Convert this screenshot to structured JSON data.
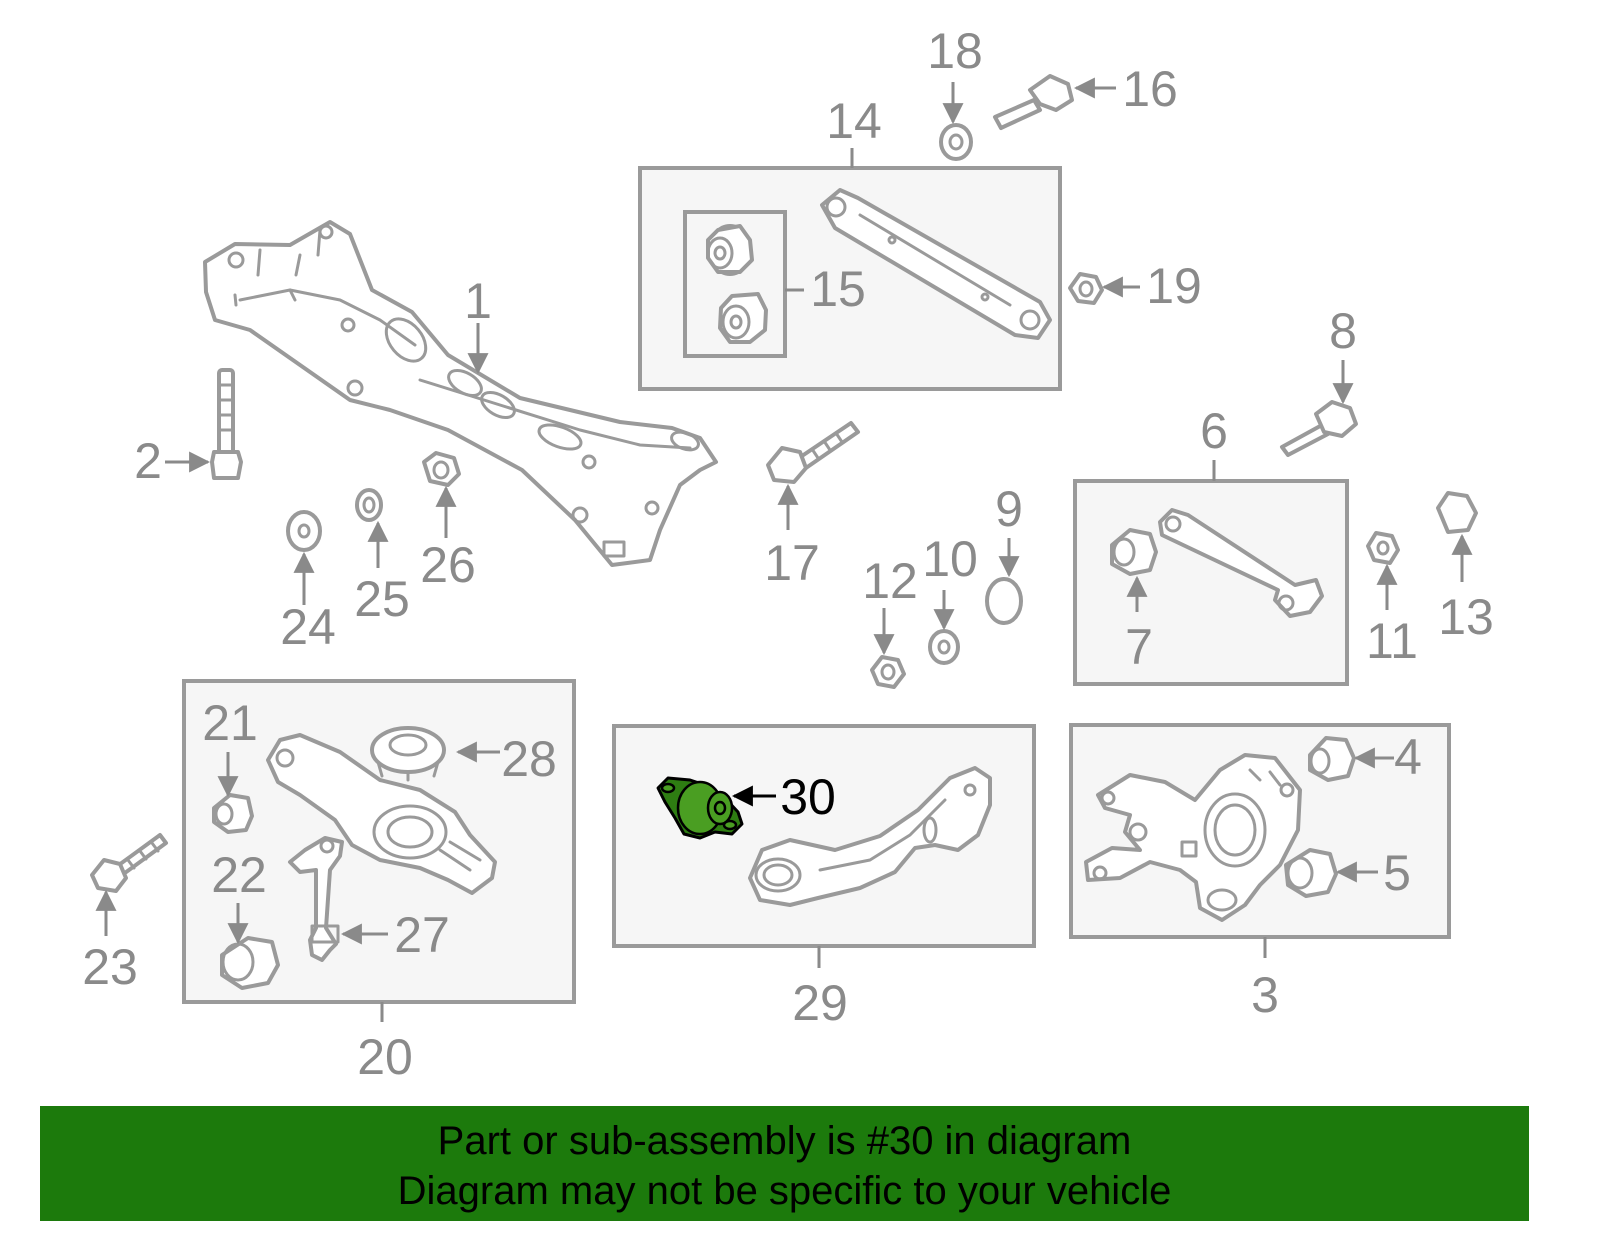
{
  "callouts": {
    "c1": "1",
    "c2": "2",
    "c3": "3",
    "c4": "4",
    "c5": "5",
    "c6": "6",
    "c7": "7",
    "c8": "8",
    "c9": "9",
    "c10": "10",
    "c11": "11",
    "c12": "12",
    "c13": "13",
    "c14": "14",
    "c15": "15",
    "c16": "16",
    "c17": "17",
    "c18": "18",
    "c19": "19",
    "c20": "20",
    "c21": "21",
    "c22": "22",
    "c23": "23",
    "c24": "24",
    "c25": "25",
    "c26": "26",
    "c27": "27",
    "c28": "28",
    "c29": "29",
    "c30": "30"
  },
  "highlighted_part": "30",
  "colors": {
    "banner": "#1c7a0c",
    "highlight_part": "#2e7d12",
    "line_art": "#9a9a9a",
    "callout_text": "#8a8a8a"
  },
  "banner": {
    "line1": "Part or sub-assembly is #30 in diagram",
    "line2": "Diagram may not be specific to your vehicle"
  }
}
